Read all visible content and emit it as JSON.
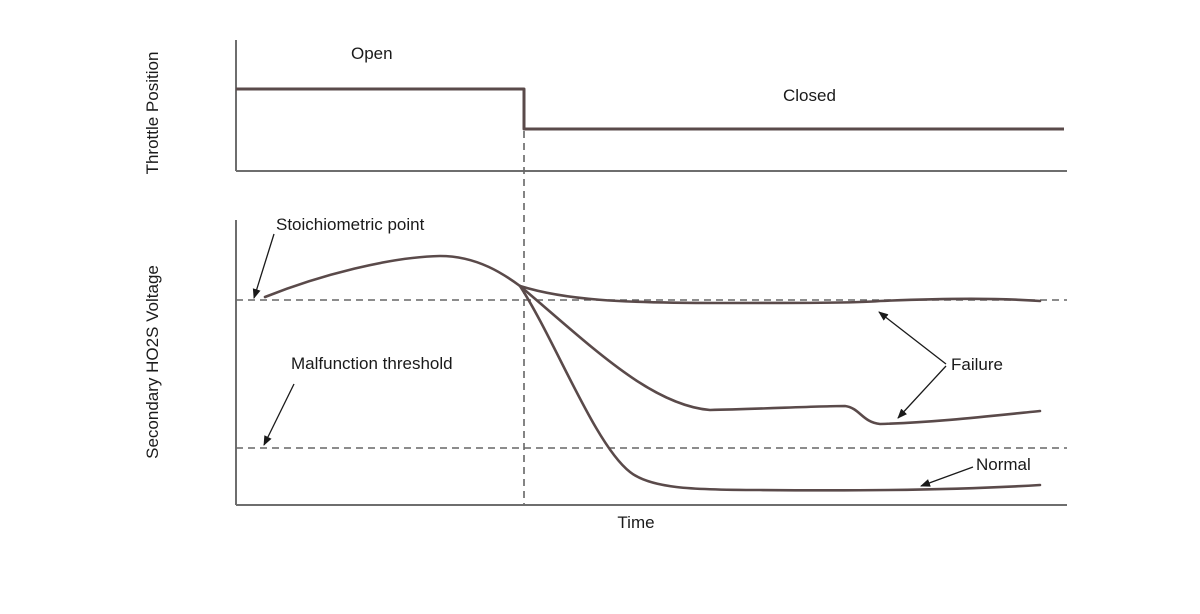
{
  "top_panel": {
    "ylabel": "Throttle Position",
    "open_label": "Open",
    "closed_label": "Closed"
  },
  "bottom_panel": {
    "ylabel": "Secondary HO2S Voltage",
    "xlabel": "Time",
    "annotations": {
      "stoichiometric": "Stoichiometric point",
      "threshold": "Malfunction threshold",
      "failure": "Failure",
      "normal": "Normal"
    }
  },
  "colors": {
    "trace": "#5a4a4a",
    "axis": "#6e6e6e",
    "dashed": "#666666",
    "text": "#1a1a1a"
  }
}
